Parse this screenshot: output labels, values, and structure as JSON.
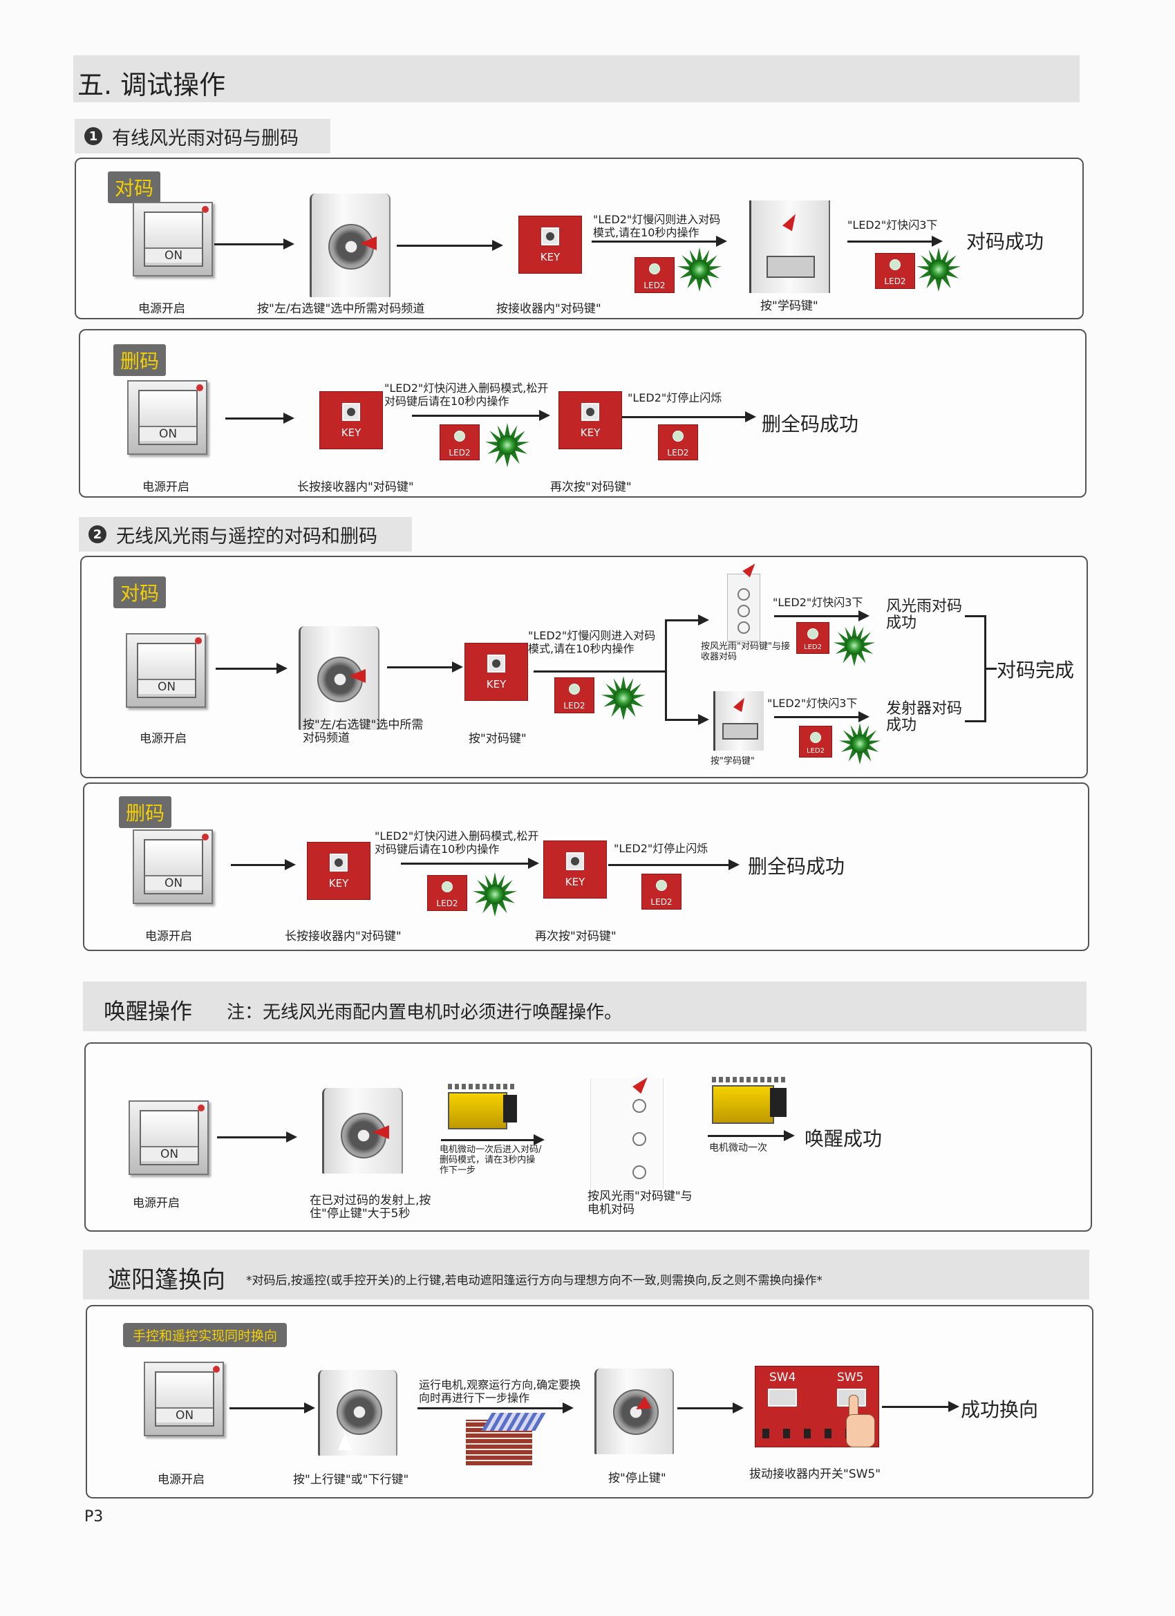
{
  "page_title": "五. 调试操作",
  "page_number": "P3",
  "sec1": {
    "heading": "有线风光雨对码与删码",
    "num": "1",
    "pair": {
      "tag": "对码",
      "cap_power": "电源开启",
      "cap_select": "按\"左/右选键\"选中所需对码频道",
      "cap_key": "按接收器内\"对码键\"",
      "note_slow": "\"LED2\"灯慢闪则进入对码模式,请在10秒内操作",
      "cap_learn": "按\"学码键\"",
      "note_fast": "\"LED2\"灯快闪3下",
      "result": "对码成功"
    },
    "delete": {
      "tag": "删码",
      "cap_power": "电源开启",
      "cap_long": "长按接收器内\"对码键\"",
      "note_fast": "\"LED2\"灯快闪进入删码模式,松开对码键后请在10秒内操作",
      "cap_again": "再次按\"对码键\"",
      "note_stop": "\"LED2\"灯停止闪烁",
      "result": "删全码成功"
    }
  },
  "sec2": {
    "heading": "无线风光雨与遥控的对码和删码",
    "num": "2",
    "pair": {
      "tag": "对码",
      "cap_power": "电源开启",
      "cap_select": "按\"左/右选键\"选中所需对码频道",
      "cap_key": "按\"对码键\"",
      "note_slow": "\"LED2\"灯慢闪则进入对码模式,请在10秒内操作",
      "cap_sensor": "按风光雨\"对码键\"与接收器对码",
      "note_fast_a": "\"LED2\"灯快闪3下",
      "result_a": "风光雨对码成功",
      "cap_learn": "按\"学码键\"",
      "note_fast_b": "\"LED2\"灯快闪3下",
      "result_b": "发射器对码成功",
      "final": "对码完成"
    },
    "delete": {
      "tag": "删码",
      "cap_power": "电源开启",
      "cap_long": "长按接收器内\"对码键\"",
      "note_fast": "\"LED2\"灯快闪进入删码模式,松开对码键后请在10秒内操作",
      "cap_again": "再次按\"对码键\"",
      "note_stop": "\"LED2\"灯停止闪烁",
      "result": "删全码成功"
    }
  },
  "wake": {
    "heading": "唤醒操作",
    "note": "注：无线风光雨配内置电机时必须进行唤醒操作。",
    "cap_power": "电源开启",
    "cap_stop": "在已对过码的发射上,按住\"停止键\"大于5秒",
    "note_motor": "电机微动一次后进入对码/删码模式，请在3秒内操作下一步",
    "cap_sensor": "按风光雨\"对码键\"与电机对码",
    "note_motor2": "电机微动一次",
    "result": "唤醒成功"
  },
  "reverse": {
    "heading": "遮阳篷换向",
    "note": "*对码后,按遥控(或手控开关)的上行键,若电动遮阳篷运行方向与理想方向不一致,则需换向,反之则不需换向操作*",
    "tag": "手控和遥控实现同时换向",
    "cap_power": "电源开启",
    "cap_updown": "按\"上行键\"或\"下行键\"",
    "note_run": "运行电机,观察运行方向,确定要换向时再进行下一步操作",
    "cap_stop": "按\"停止键\"",
    "cap_sw5": "拔动接收器内开关\"SW5\"",
    "sw4": "SW4",
    "sw5": "SW5",
    "result": "成功换向"
  },
  "labels": {
    "on": "ON",
    "key": "KEY",
    "led2": "LED2"
  }
}
